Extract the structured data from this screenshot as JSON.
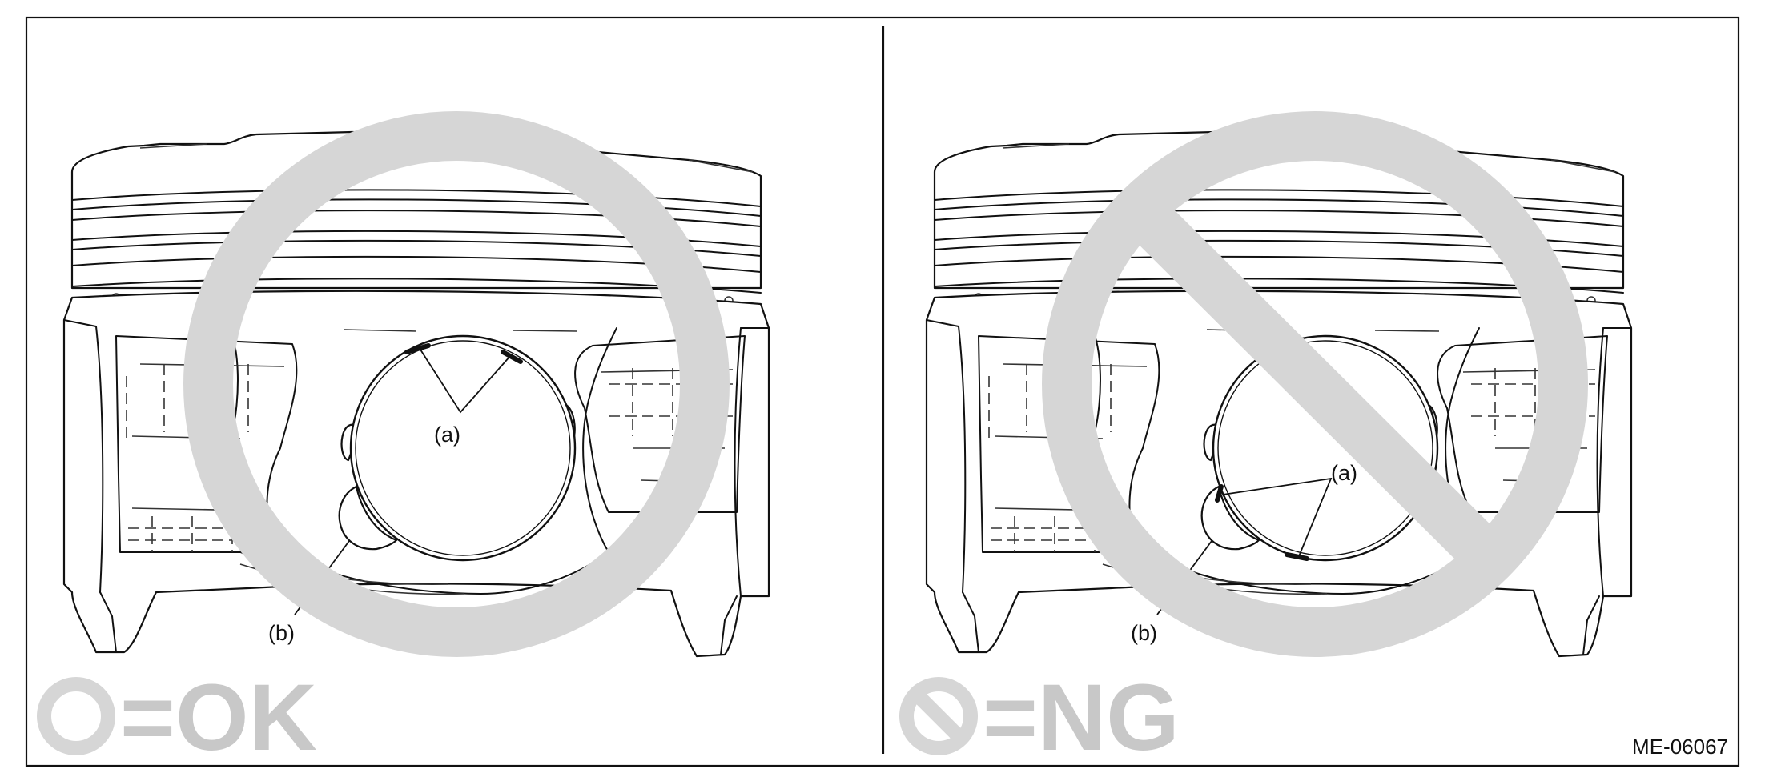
{
  "panels": [
    {
      "id": "ok",
      "callout_a": "(a)",
      "callout_b": "(b)",
      "symbol": "circle",
      "legend": "=OK"
    },
    {
      "id": "ng",
      "callout_a": "(a)",
      "callout_b": "(b)",
      "symbol": "slashed-circle",
      "legend": "=NG"
    }
  ],
  "figure_code": "ME-06067",
  "colors": {
    "line": "#111111",
    "watermark_grey": "#d6d6d6",
    "legend_grey": "#c8c8c8"
  }
}
